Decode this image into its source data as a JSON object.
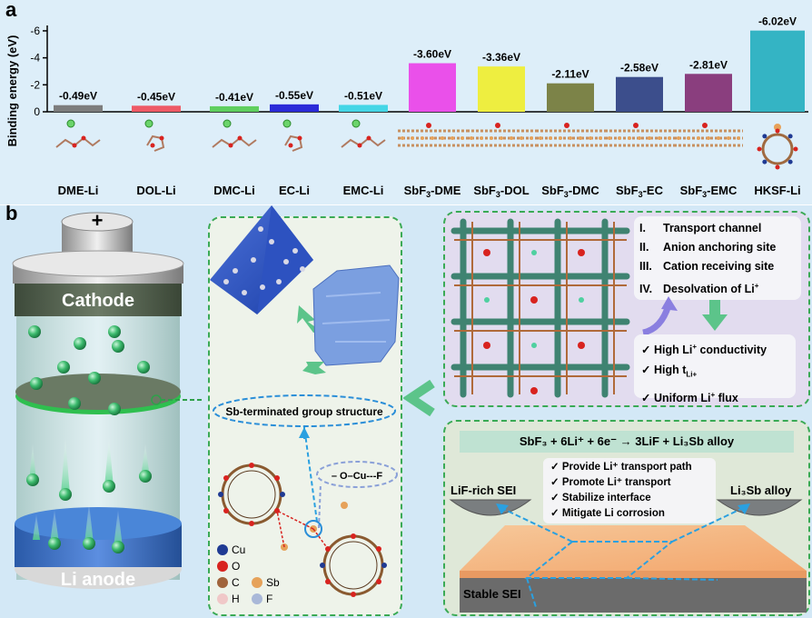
{
  "panel_a": {
    "label": "a",
    "chart_data": {
      "type": "bar",
      "ylabel": "Binding energy (eV)",
      "yticks": [
        "0",
        "-2",
        "-4",
        "-6"
      ],
      "ylim": [
        0,
        -6.4
      ],
      "categories": [
        "DME-Li",
        "DOL-Li",
        "DMC-Li",
        "EC-Li",
        "EMC-Li",
        "SbF3-DME",
        "SbF3-DOL",
        "SbF3-DMC",
        "SbF3-EC",
        "SbF3-EMC",
        "HKSF-Li"
      ],
      "values": [
        -0.49,
        -0.45,
        -0.41,
        -0.55,
        -0.51,
        -3.6,
        -3.36,
        -2.11,
        -2.58,
        -2.81,
        -6.02
      ],
      "value_labels": [
        "-0.49eV",
        "-0.45eV",
        "-0.41eV",
        "-0.55eV",
        "-0.51eV",
        "-3.60eV",
        "-3.36eV",
        "-2.11eV",
        "-2.58eV",
        "-2.81eV",
        "-6.02eV"
      ],
      "colors": [
        "#7d7d7d",
        "#ee5a66",
        "#5fcf5f",
        "#2b2bd8",
        "#45d6e6",
        "#ea50ea",
        "#eeee40",
        "#7c8348",
        "#3c4e8c",
        "#8a3e7e",
        "#34b4c4"
      ]
    },
    "category_display": [
      {
        "main": "DME-Li",
        "sub": ""
      },
      {
        "main": "DOL-Li",
        "sub": ""
      },
      {
        "main": "DMC-Li",
        "sub": ""
      },
      {
        "main": "EC-Li",
        "sub": ""
      },
      {
        "main": "EMC-Li",
        "sub": ""
      },
      {
        "main": "SbF",
        "sub": "3",
        "rest": "-DME"
      },
      {
        "main": "SbF",
        "sub": "3",
        "rest": "-DOL"
      },
      {
        "main": "SbF",
        "sub": "3",
        "rest": "-DMC"
      },
      {
        "main": "SbF",
        "sub": "3",
        "rest": "-EC"
      },
      {
        "main": "SbF",
        "sub": "3",
        "rest": "-EMC"
      },
      {
        "main": "HKSF-Li",
        "sub": ""
      }
    ]
  },
  "panel_b": {
    "label": "b",
    "battery": {
      "plus": "+",
      "cathode": "Cathode",
      "anode": "Li anode"
    },
    "middle": {
      "structure_label": "Sb-terminated group structure",
      "bond_label": "– O–Cu---F",
      "legend": [
        "Cu",
        "O",
        "C",
        "H",
        "Sb",
        "F"
      ],
      "legend_colors": [
        "#1f3a93",
        "#d8231f",
        "#a0643c",
        "#f0c8c8",
        "#e6a25a",
        "#a9b8d8"
      ]
    },
    "right_top": {
      "features": [
        {
          "num": "I.",
          "text": "Transport channel"
        },
        {
          "num": "II.",
          "text": "Anion anchoring site"
        },
        {
          "num": "III.",
          "text": "Cation receiving site"
        },
        {
          "num": "IV.",
          "text": "Desolvation of Li",
          "sup": "+"
        }
      ],
      "benefits": [
        {
          "check": "✓",
          "pre": "High Li",
          "sup": "+",
          "post": " conductivity"
        },
        {
          "check": "✓",
          "pre": "High t",
          "sub": "Li+",
          "post": ""
        },
        {
          "check": "✓",
          "pre": "Uniform Li",
          "sup": "+",
          "post": " flux"
        }
      ]
    },
    "right_bottom": {
      "equation": "SbF₃ + 6Li⁺ + 6e⁻ → 3LiF + Li₃Sb alloy",
      "benefits": [
        "✓ Provide Li⁺ transport path",
        "✓ Promote Li⁺ transport",
        "✓ Stabilize interface",
        "✓ Mitigate Li corrosion"
      ],
      "left_label": "LiF-rich SEI",
      "right_label": "Li₃Sb alloy",
      "bottom_label": "Stable SEI"
    }
  }
}
